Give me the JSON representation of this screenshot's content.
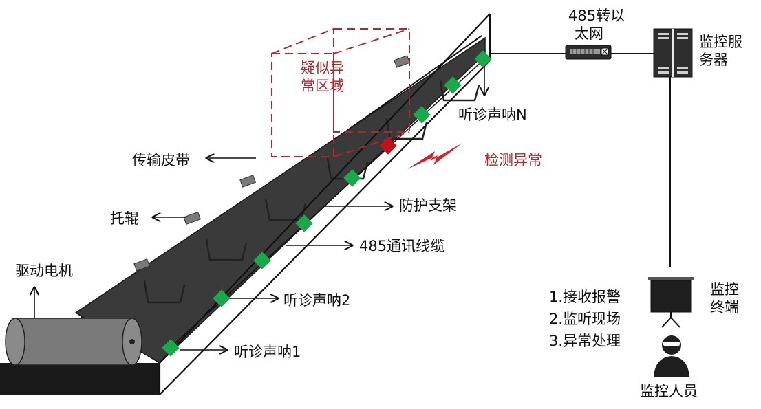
{
  "labels": {
    "converter": [
      "485转以",
      "太网"
    ],
    "server": [
      "监控服",
      "务器"
    ],
    "suspect_region": [
      "疑似异",
      "常区域"
    ],
    "sensor_n": "听诊声呐N",
    "belt": "传输皮带",
    "detect_abnormal": "检测异常",
    "guard_frame": "防护支架",
    "roller": "托辊",
    "cable": "485通讯线缆",
    "motor": "驱动电机",
    "sensor_2": "听诊声呐2",
    "sensor_1": "听诊声呐1",
    "steps": [
      "1.接收报警",
      "2.监听现场",
      "3.异常处理"
    ],
    "terminal": [
      "监控",
      "终端"
    ],
    "operator": "监控人员"
  },
  "colors": {
    "belt": "#3a3a3a",
    "belt_edge": "#1a1a1a",
    "sensor_ok": "#1aa84a",
    "sensor_alarm": "#c0121a",
    "alert": "#b3262a",
    "lightning": "#d3202a"
  },
  "icons": [
    "network-switch-icon",
    "server-rack-icon",
    "projector-screen-icon",
    "person-icon",
    "lightning-icon"
  ]
}
